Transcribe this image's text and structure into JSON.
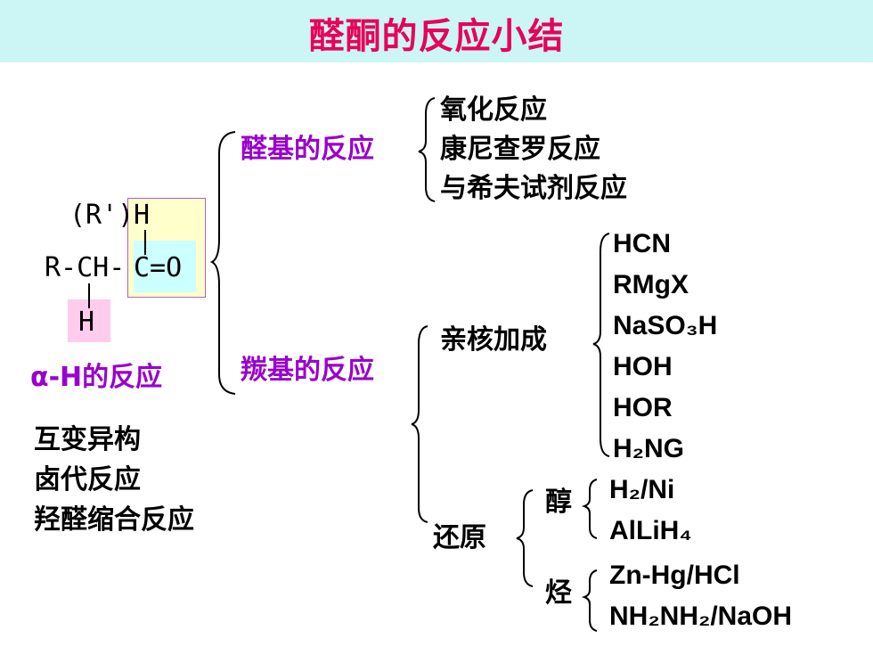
{
  "title": "醛酮的反应小结",
  "formula": {
    "r_prime": "(R')",
    "h_top": "H",
    "rch": "R-CH-",
    "co": "C=O",
    "h_bottom": "H"
  },
  "alpha_label": "α-H的反应",
  "alpha_reactions": [
    "互变异构",
    "卤代反应",
    "羟醛缩合反应"
  ],
  "aldehyde_group": {
    "label": "醛基的反应",
    "items": [
      "氧化反应",
      "康尼查罗反应",
      "与希夫试剂反应"
    ]
  },
  "carbonyl_group": {
    "label": "羰基的反应",
    "nucleophilic": {
      "label": "亲核加成",
      "reagents": [
        "HCN",
        "RMgX",
        "NaSO₃H",
        "HOH",
        "HOR",
        "H₂NG"
      ]
    },
    "reduction": {
      "label": "还原",
      "alcohol": {
        "label": "醇",
        "reagents": [
          "H₂/Ni",
          "AlLiH₄"
        ]
      },
      "hydrocarbon": {
        "label": "烃",
        "reagents": [
          "Zn-Hg/HCl",
          "NH₂NH₂/NaOH"
        ]
      }
    }
  },
  "colors": {
    "title": "#e8005a",
    "title_bg": "#ccf5f5",
    "label_purple": "#9900cc",
    "highlight_yellow": "#ffffcc",
    "highlight_cyan": "#ccffff",
    "highlight_pink": "#ffccee"
  }
}
